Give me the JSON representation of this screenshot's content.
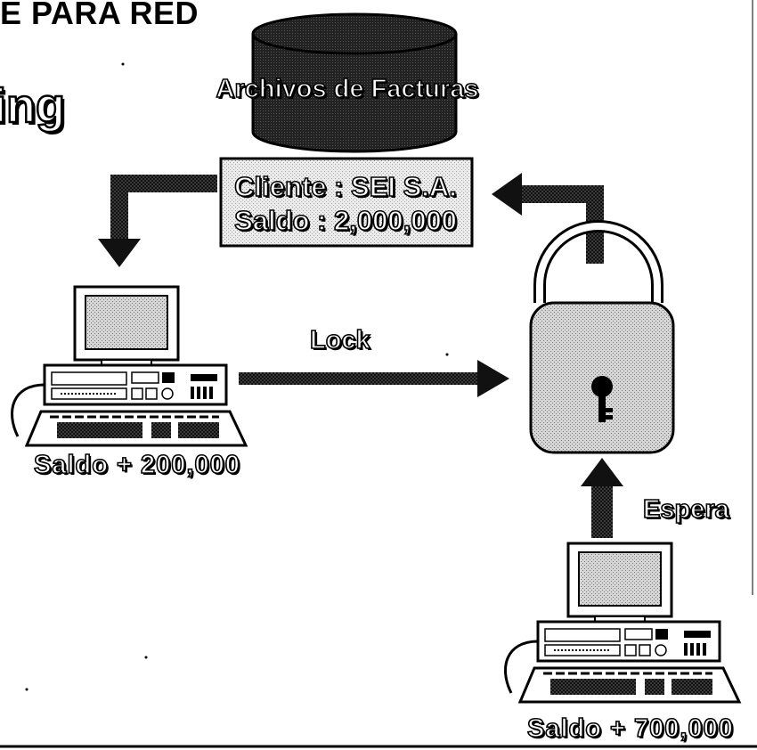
{
  "header": {
    "title": "E PARA RED",
    "partial_word": "ing"
  },
  "database": {
    "label": "Archivos de Facturas"
  },
  "record": {
    "line1": "Cliente : SEI S.A.",
    "line2": "Saldo : 2,000,000"
  },
  "arrows": {
    "lock_label": "Lock",
    "wait_label": "Espera"
  },
  "workstation_1": {
    "caption": "Saldo + 200,000"
  },
  "workstation_2": {
    "caption": "Saldo + 700,000"
  },
  "icons": [
    "database-cylinder-icon",
    "padlock-icon",
    "desktop-computer-icon",
    "arrow-icon"
  ]
}
